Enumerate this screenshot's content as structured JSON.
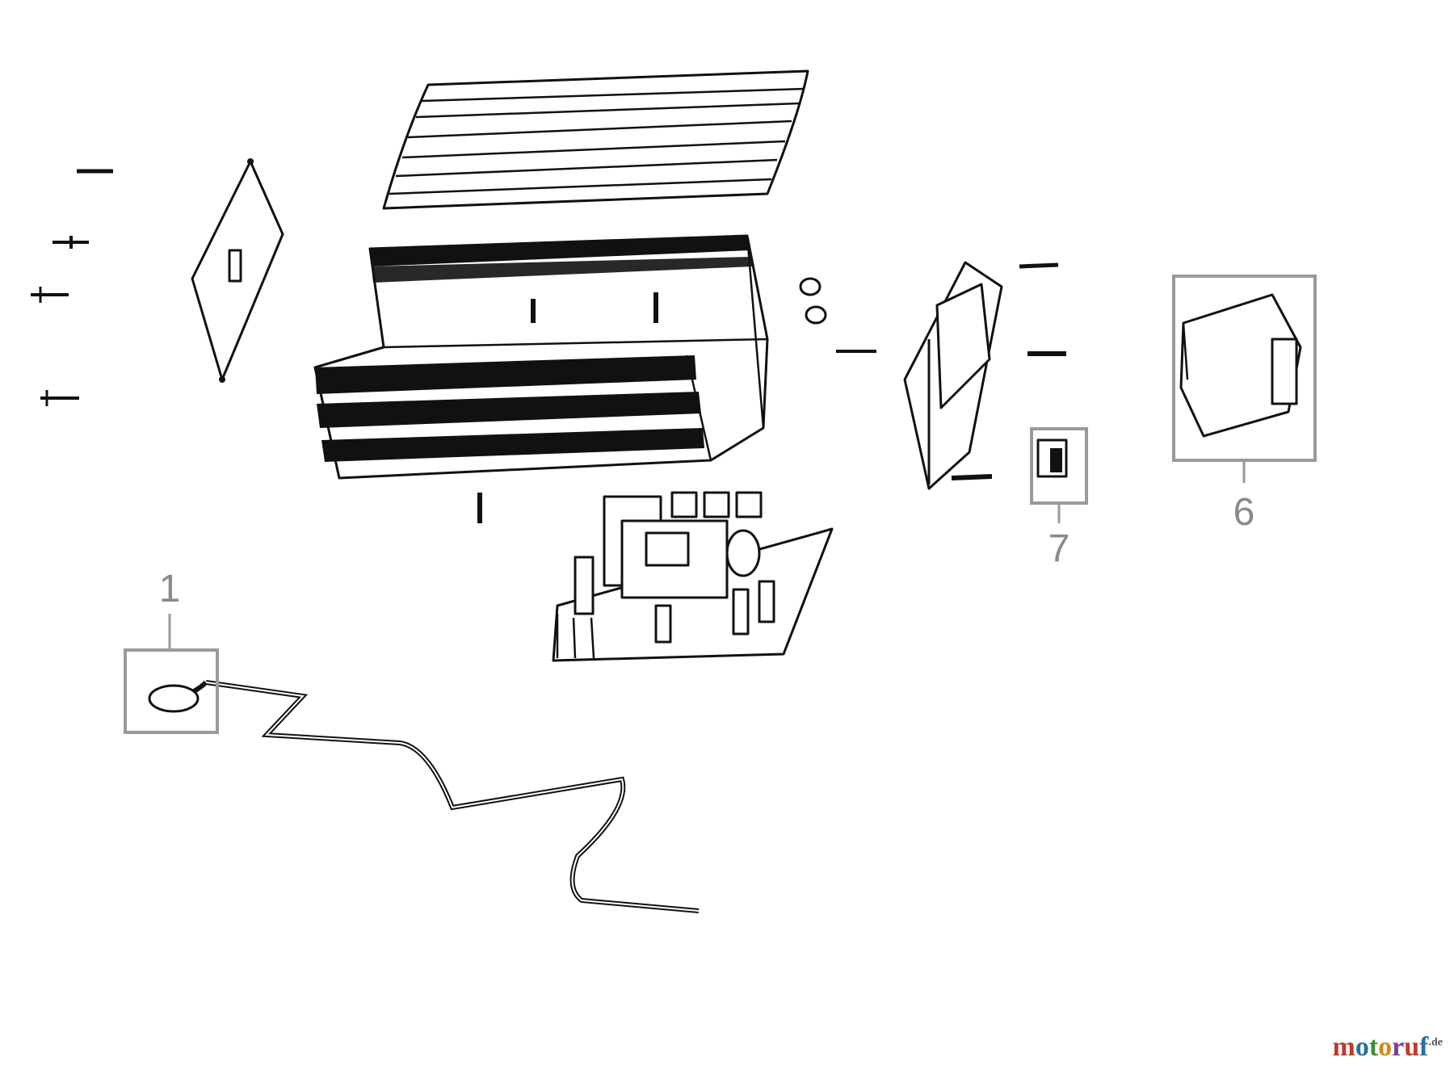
{
  "callouts": [
    {
      "id": "1",
      "label": "1"
    },
    {
      "id": "6",
      "label": "6"
    },
    {
      "id": "7",
      "label": "7"
    }
  ],
  "watermark": {
    "text": "motoruf",
    "tld": ".de",
    "colors": [
      "#c0392b",
      "#2e6da4",
      "#3a8f3a",
      "#d68910",
      "#7d3c98",
      "#c0392b",
      "#2e6da4"
    ]
  }
}
